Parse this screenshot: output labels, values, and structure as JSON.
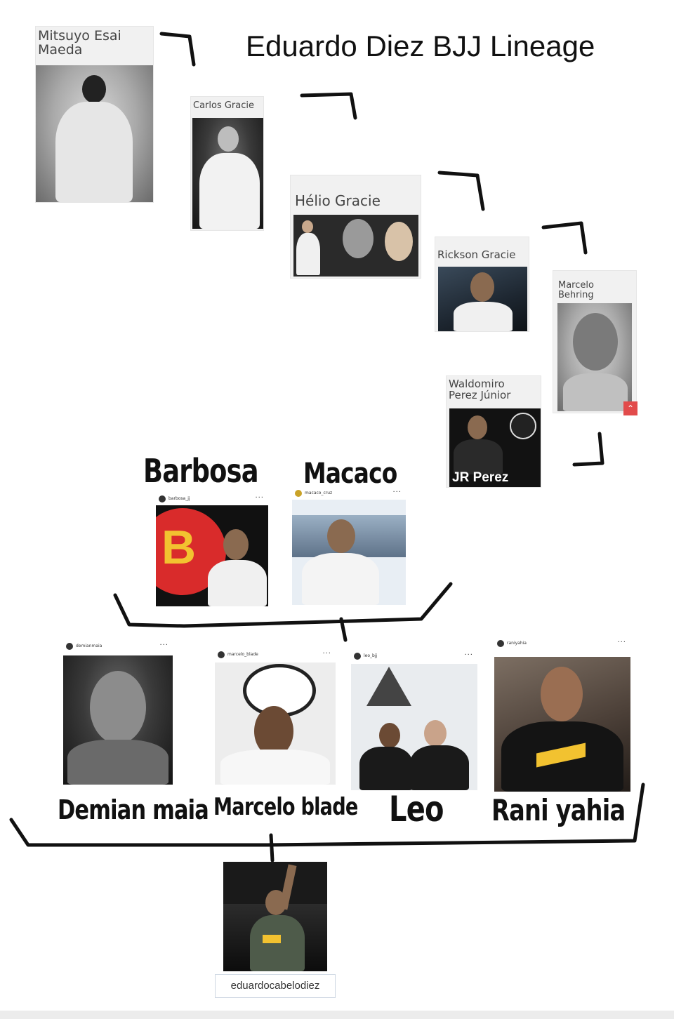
{
  "title": "Eduardo Diez BJJ Lineage",
  "lineage": [
    {
      "name": "Mitsuyo Esai\nMaeda"
    },
    {
      "name": "Carlos Gracie"
    },
    {
      "name": "Hélio Gracie"
    },
    {
      "name": "Rickson Gracie"
    },
    {
      "name": "Marcelo\nBehring"
    },
    {
      "name": "Waldomiro\nPerez Júnior",
      "photo_caption": "JR Perez"
    }
  ],
  "middle_tier": [
    {
      "name": "Barbosa",
      "handle": "barbosa_jj"
    },
    {
      "name": "Macaco",
      "handle": "macaco_cruz"
    }
  ],
  "lower_tier": [
    {
      "name": "Demian maia",
      "handle": "demianmaia"
    },
    {
      "name": "Marcelo blade",
      "handle": "marcelo_blade"
    },
    {
      "name": "Leo",
      "handle": "leo_bjj"
    },
    {
      "name": "Rani yahia",
      "handle": "raniyahia"
    }
  ],
  "student": {
    "username": "eduardocabelodiez"
  },
  "colors": {
    "badge": "#e24b4b",
    "accent_yellow": "#f2c230",
    "accent_red": "#d92b2b"
  }
}
